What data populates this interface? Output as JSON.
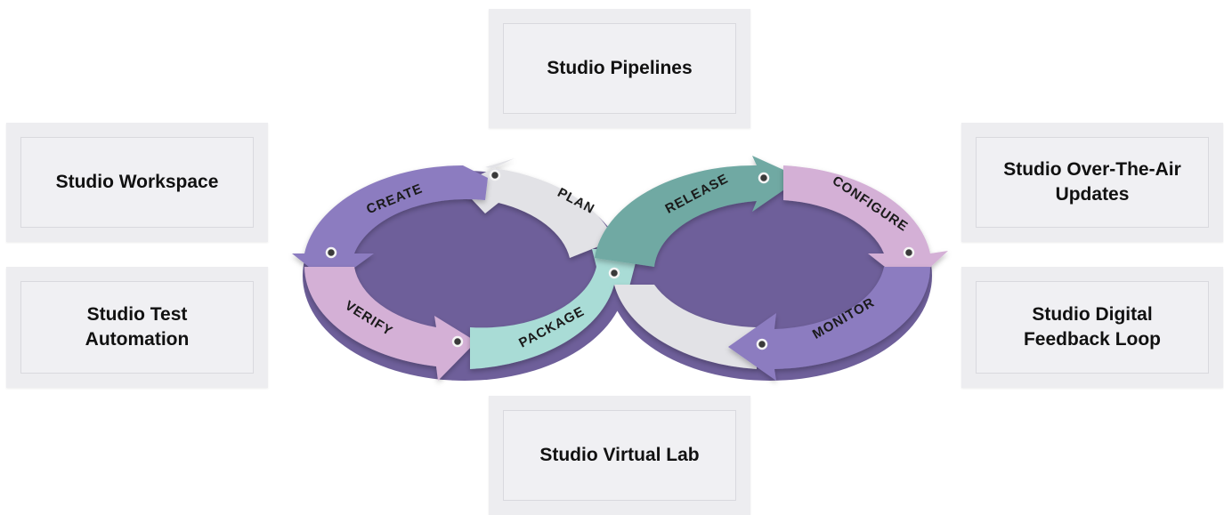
{
  "cards": {
    "pipelines": "Studio Pipelines",
    "workspace": "Studio Workspace",
    "test_automation": "Studio Test\nAutomation",
    "virtual_lab": "Studio Virtual Lab",
    "ota_updates": "Studio Over-The-Air\nUpdates",
    "feedback_loop": "Studio Digital\nFeedback Loop"
  },
  "stages": {
    "create": "CREATE",
    "plan": "PLAN",
    "verify": "VERIFY",
    "package": "PACKAGE",
    "release": "RELEASE",
    "configure": "CONFIGURE",
    "monitor": "MONITOR"
  },
  "colors": {
    "purple": "#8c7cc0",
    "lavender": "#d4b0d6",
    "light_gray": "#e2e2e6",
    "teal": "#6fa9a3",
    "mint": "#a9dcd6"
  }
}
